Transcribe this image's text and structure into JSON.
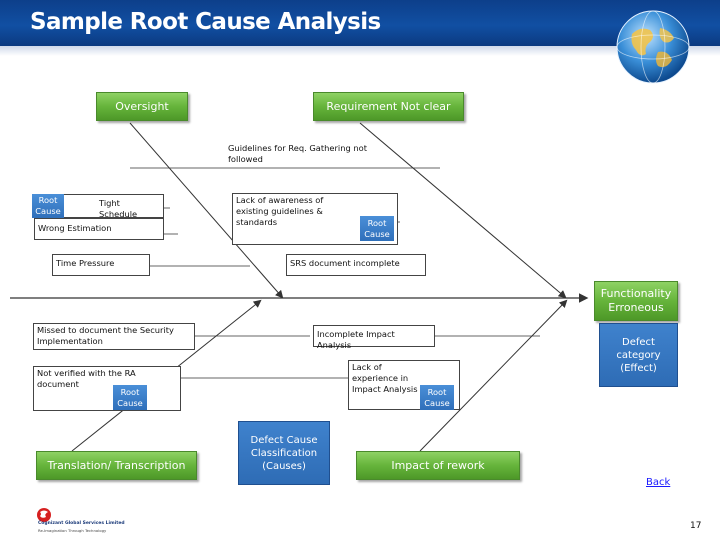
{
  "title": "Sample Root Cause Analysis",
  "categories": {
    "oversight": "Oversight",
    "requirement": "Requirement Not clear",
    "translation": "Translation/ Transcription",
    "impact": "Impact of rework"
  },
  "causes": {
    "guidelines": "Guidelines for Req. Gathering not followed",
    "tight_schedule": "Tight Schedule",
    "wrong_estimation": "Wrong Estimation",
    "time_pressure": "Time Pressure",
    "lack_awareness": "Lack of awareness of existing guidelines & standards",
    "srs_incomplete": "SRS document incomplete",
    "missed_security": "Missed to document the Security Implementation",
    "not_verified": "Not verified with the RA document",
    "incomplete_impact": "Incomplete Impact Analysis",
    "lack_experience": "Lack of experience in Impact Analysis"
  },
  "root_cause_label": "Root Cause",
  "effect": {
    "text": "Functionality Erroneous",
    "category": "Defect category (Effect)"
  },
  "cause_classification": "Defect Cause Classification (Causes)",
  "back_link": "Back",
  "page_number": "17",
  "logo": {
    "name": "Cognizant Global Services Limited",
    "tagline": "Re-Imagination Through Technology"
  },
  "colors": {
    "header": "#114fa3",
    "category_box": "#66b43b",
    "root_cause_box": "#2f6fba",
    "effect_box": "#2e6cb5"
  }
}
